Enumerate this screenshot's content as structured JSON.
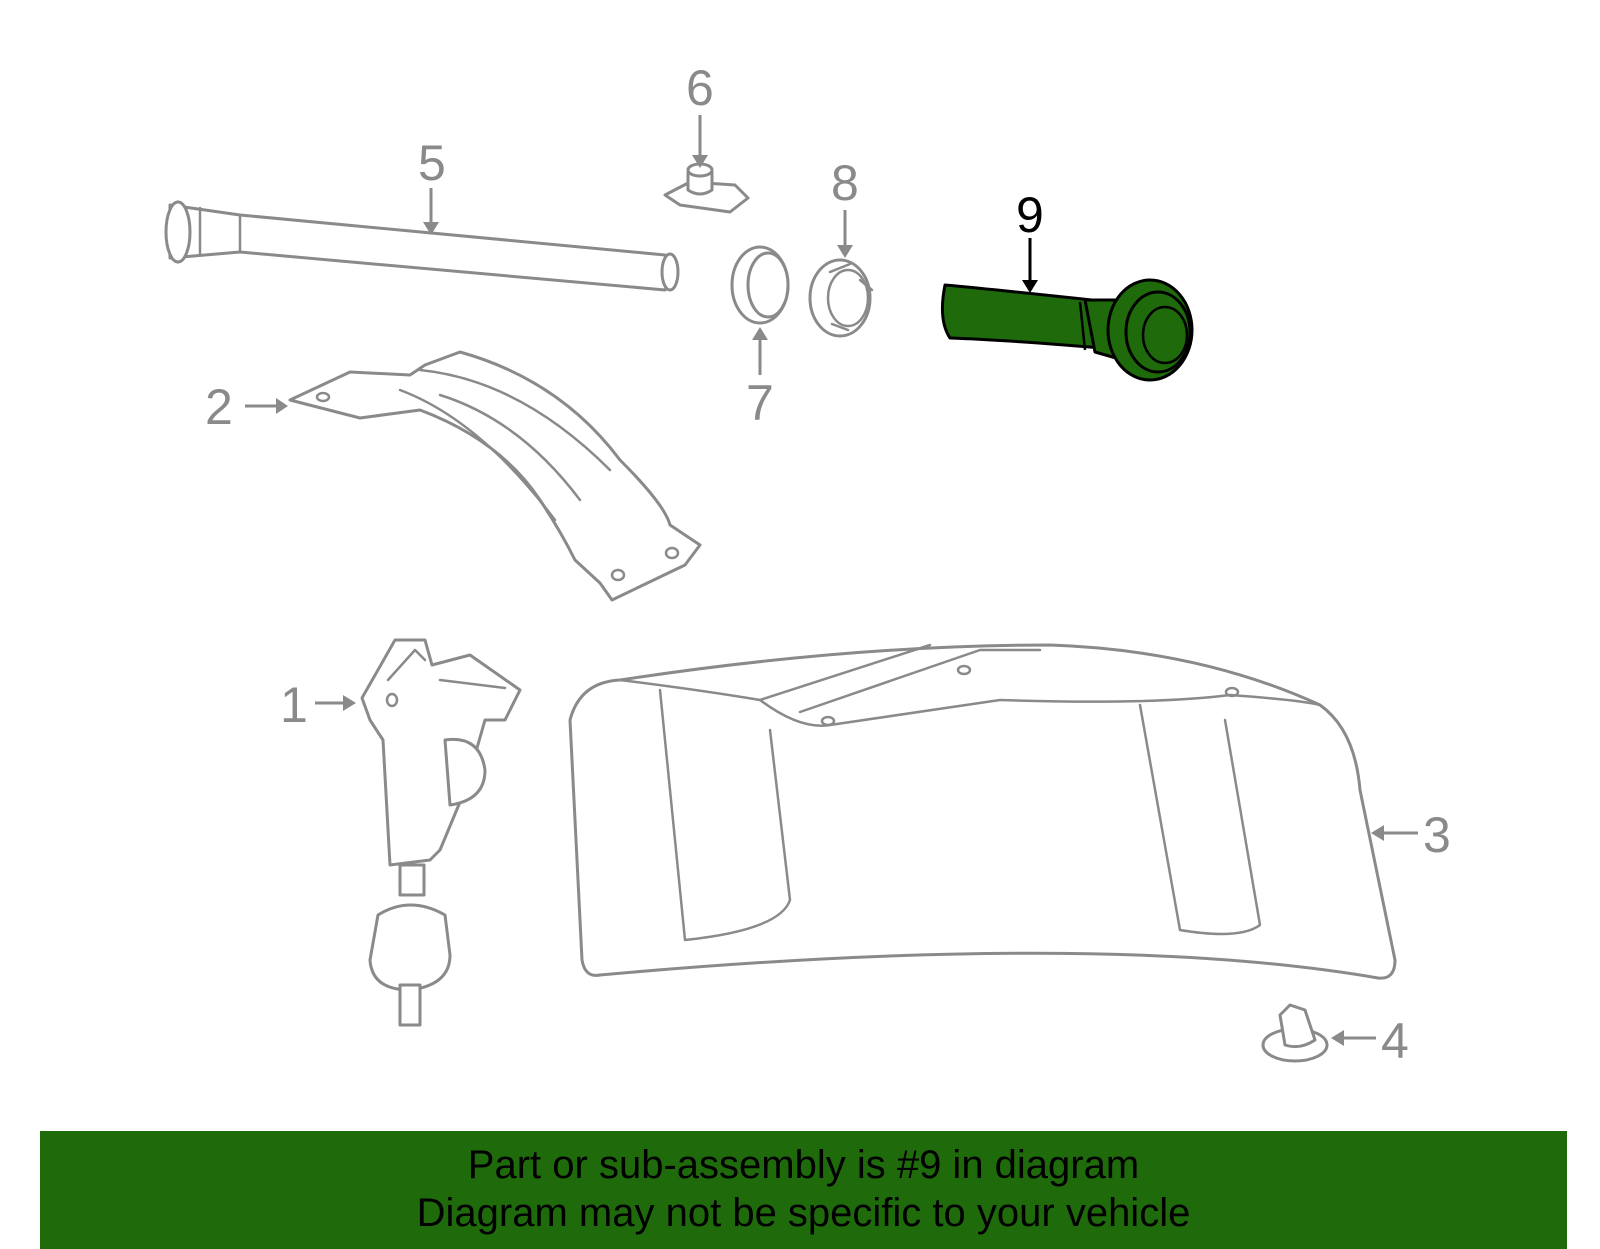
{
  "highlight_color": "#1f6b0c",
  "callouts": {
    "c1": "1",
    "c2": "2",
    "c3": "3",
    "c4": "4",
    "c5": "5",
    "c6": "6",
    "c7": "7",
    "c8": "8",
    "c9": "9"
  },
  "highlighted_part": "9",
  "banner": {
    "line1": "Part or sub-assembly is #9 in diagram",
    "line2": "Diagram may not be specific to your vehicle"
  }
}
